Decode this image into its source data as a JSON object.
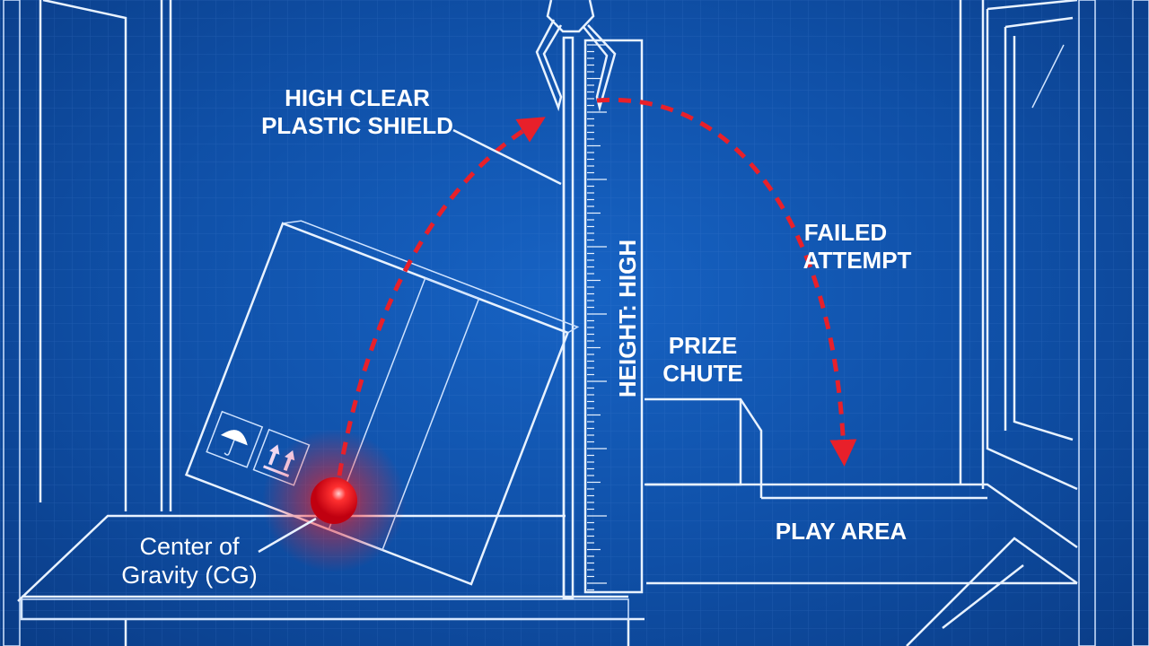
{
  "labels": {
    "shield_line1": "HIGH CLEAR",
    "shield_line2": "PLASTIC SHIELD",
    "failed_line1": "FAILED",
    "failed_line2": "ATTEMPT",
    "height": "HEIGHT: HIGH",
    "chute_line1": "PRIZE",
    "chute_line2": "CHUTE",
    "play_area": "PLAY AREA",
    "cg_line1": "Center of",
    "cg_line2": "Gravity (CG)"
  },
  "icons": [
    "claw-icon",
    "umbrella-icon",
    "this-way-up-icon",
    "center-of-gravity-ball"
  ],
  "colors": {
    "background": "#0f4fa6",
    "line": "#e8f2ff",
    "arrow": "#e8202a"
  }
}
